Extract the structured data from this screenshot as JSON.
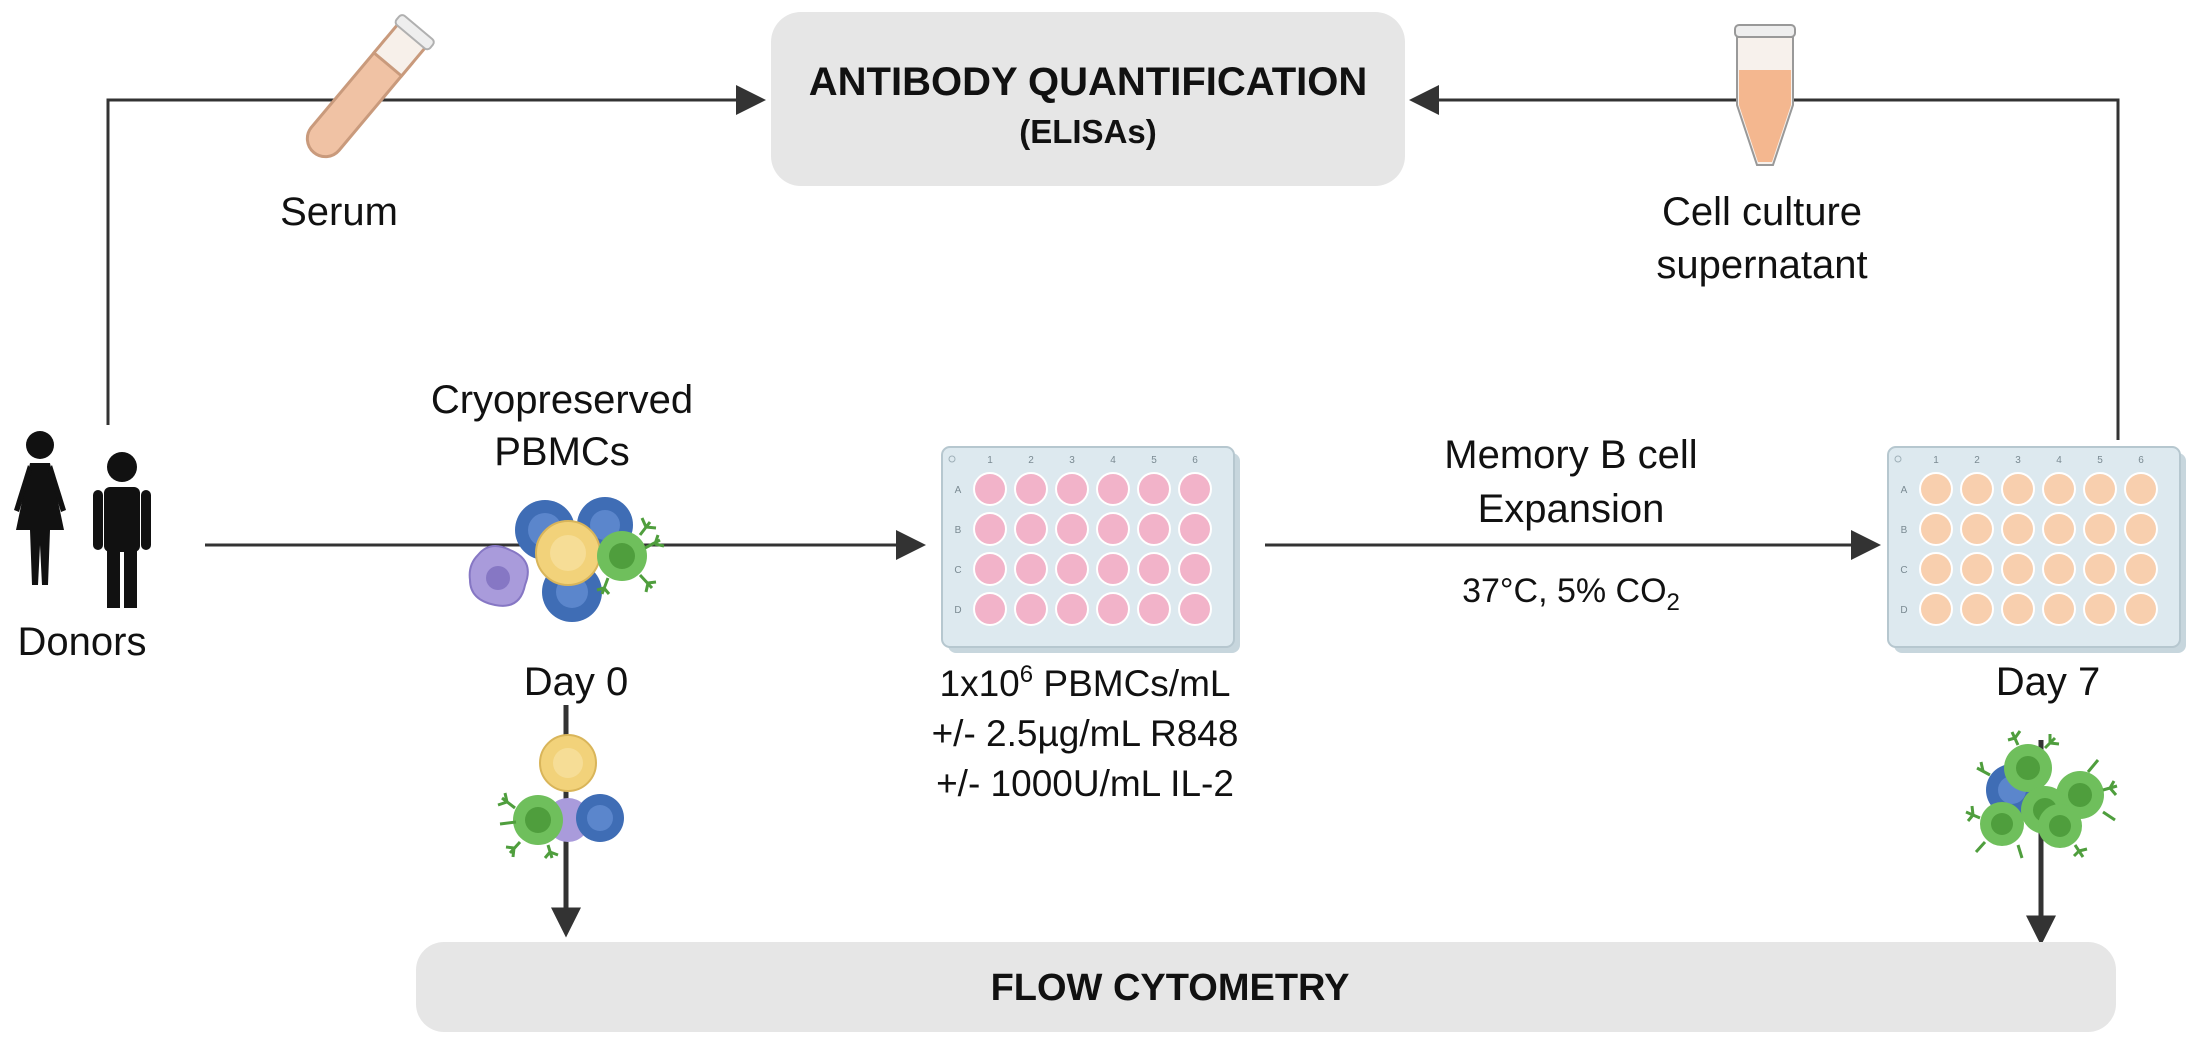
{
  "colors": {
    "line": "#333333",
    "box_fill": "#e6e6e6",
    "plate_well_day0": "#f2b3c9",
    "plate_well_day7": "#f8cfae",
    "plate_body": "#dde9ef",
    "cell_blue": "#3f6db5",
    "cell_yellow": "#f2d27a",
    "cell_green": "#6fbf5c",
    "cell_purple": "#a99bdb",
    "serum_tube": "#f0c2a4",
    "supernatant": "#f4b78f"
  },
  "boxes": {
    "antibody_title": "ANTIBODY QUANTIFICATION",
    "antibody_sub": "(ELISAs)",
    "flow_title": "FLOW CYTOMETRY"
  },
  "labels": {
    "serum": "Serum",
    "supernatant_line1": "Cell culture",
    "supernatant_line2": "supernatant",
    "donors": "Donors",
    "pbmc_line1": "Cryopreserved",
    "pbmc_line2": "PBMCs",
    "day0": "Day 0",
    "day7": "Day 7",
    "expansion_line1": "Memory B cell",
    "expansion_line2": "Expansion",
    "conditions_main": "37°C, 5% CO",
    "conditions_sub": "2",
    "culture_line1_pre": "1x10",
    "culture_line1_sup": "6",
    "culture_line1_post": " PBMCs/mL",
    "culture_line2": "+/- 2.5µg/mL R848",
    "culture_line3": "+/- 1000U/mL IL-2"
  },
  "plate": {
    "columns": [
      "1",
      "2",
      "3",
      "4",
      "5",
      "6"
    ],
    "rows": [
      "A",
      "B",
      "C",
      "D"
    ]
  },
  "icons": [
    "serum-tube-icon",
    "eppendorf-tube-icon",
    "donor-woman-icon",
    "donor-man-icon",
    "pbmc-cluster-icon",
    "well-plate-icon",
    "b-cell-icon"
  ]
}
